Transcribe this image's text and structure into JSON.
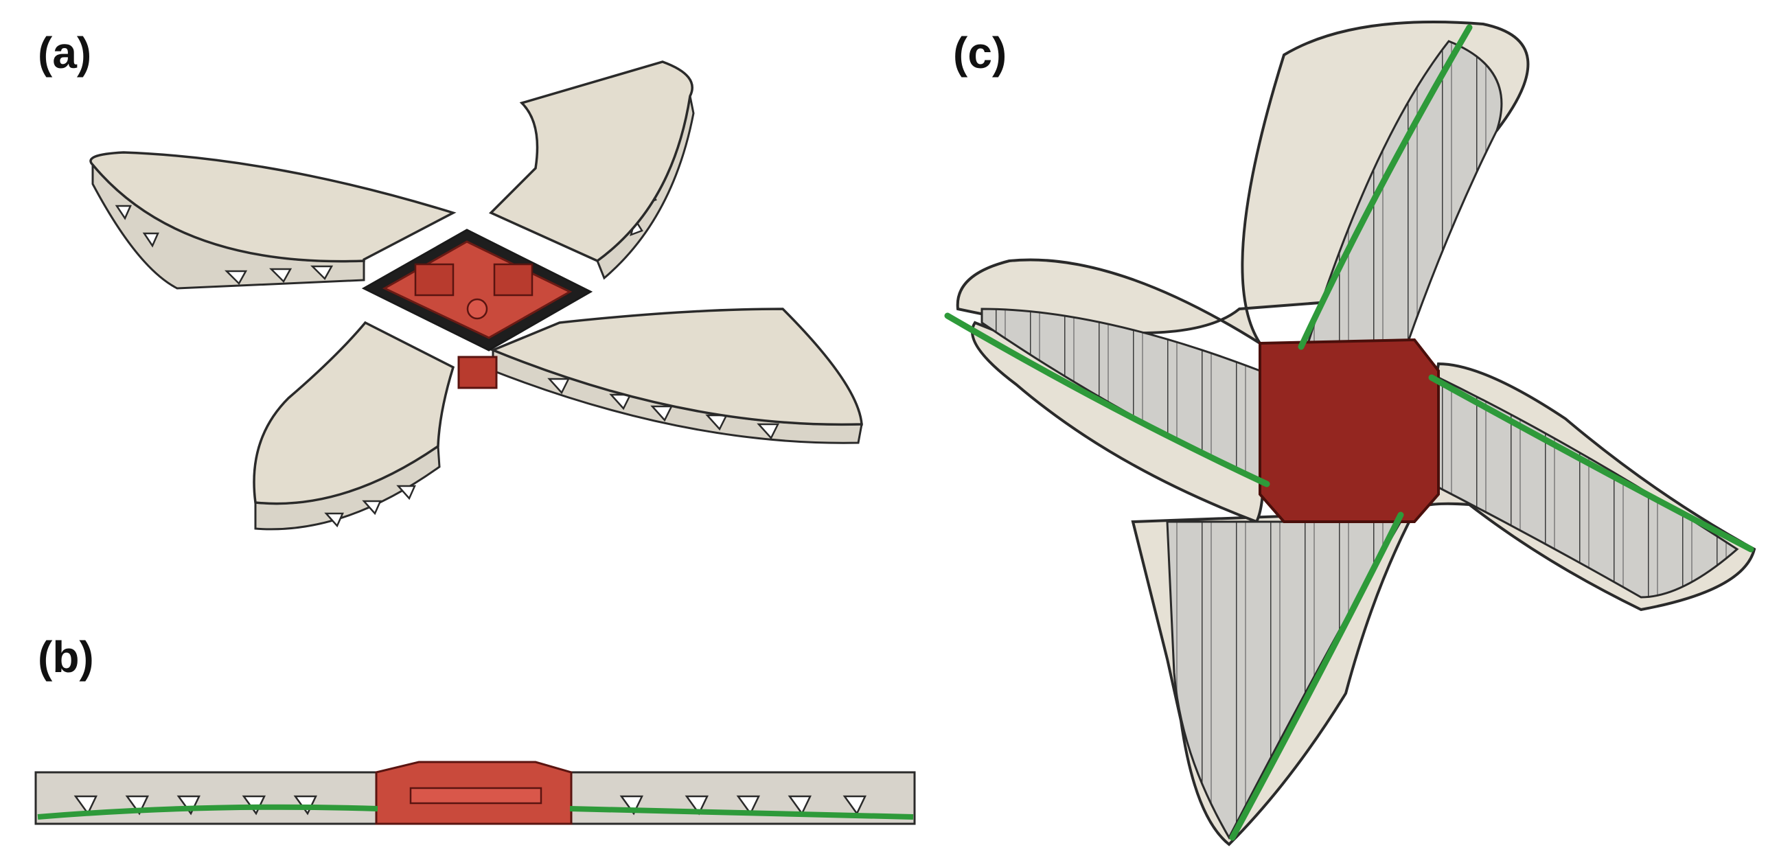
{
  "panels": {
    "a": {
      "label": "(a)"
    },
    "b": {
      "label": "(b)"
    },
    "c": {
      "label": "(c)"
    }
  },
  "colors": {
    "shell": "#e3ddcf",
    "shell_edge": "#2a2a2a",
    "shell_wall": "#d7d3cb",
    "rib_fill": "#c8c7c2",
    "core_red": "#942620",
    "core_red_light": "#c94a3c",
    "tendon_green": "#2e9a3a"
  }
}
